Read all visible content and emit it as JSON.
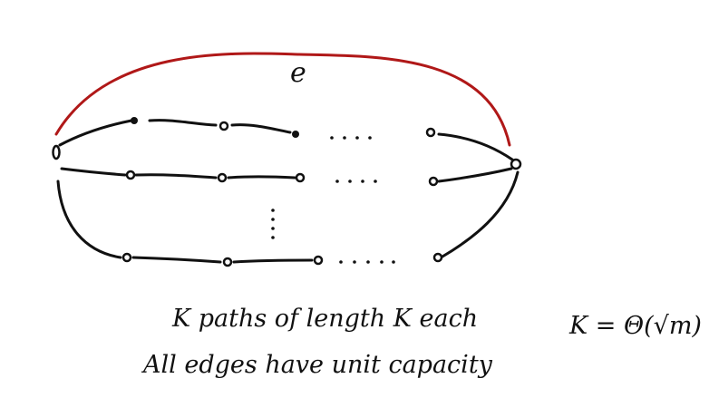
{
  "edge_label": "e",
  "caption_line1": "K paths of length K each",
  "caption_line2": "All edges have unit capacity",
  "formula": "K = Θ(√m)",
  "colors": {
    "ink": "#111111",
    "highlight_edge": "#b01818"
  }
}
